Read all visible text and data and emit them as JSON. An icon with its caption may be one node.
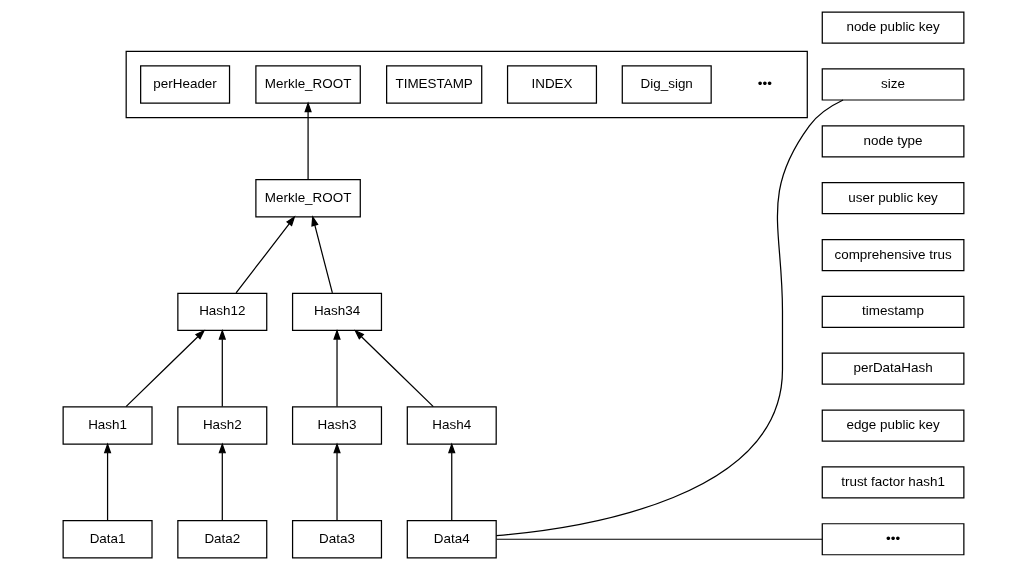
{
  "diagram": {
    "nodes": [
      {
        "text": [],
        "shape": "box"
      },
      {
        "text": [
          "perHeader"
        ],
        "in": 0
      },
      {
        "text": [
          "Merkle_ROOT"
        ],
        "in": 0
      },
      {
        "text": [
          "TIMESTAMP"
        ],
        "in": 0
      },
      {
        "text": [
          "INDEX"
        ],
        "in": 0
      },
      {
        "text": [
          "Dig_sign"
        ],
        "in": 0
      },
      {
        "text": [
          "Merkle_ROOT"
        ]
      },
      {
        "text": [
          "Hash12"
        ]
      },
      {
        "text": [
          "Hash34"
        ]
      },
      {
        "text": [
          "Hash1"
        ]
      },
      {
        "text": [
          "Hash2"
        ]
      },
      {
        "text": [
          "Hash3"
        ]
      },
      {
        "text": [
          "Hash4"
        ]
      },
      {
        "text": [
          "Data1"
        ]
      },
      {
        "text": [
          "Data2"
        ]
      },
      {
        "text": [
          "Data3"
        ]
      },
      {
        "text": [
          "Data4"
        ]
      },
      {
        "text": [
          "node public key"
        ]
      },
      {
        "text": [
          "size"
        ]
      },
      {
        "text": [
          "node type"
        ]
      },
      {
        "text": [
          "user public key"
        ]
      },
      {
        "text": [
          "comprehensive trus"
        ]
      },
      {
        "text": [
          "timestamp"
        ]
      },
      {
        "text": [
          "perDataHash"
        ]
      },
      {
        "text": [
          "edge public key"
        ]
      },
      {
        "text": [
          "trust factor hash1"
        ]
      },
      {
        "text": [
          "•••"
        ]
      }
    ],
    "edges": [
      {
        "from": 6,
        "to": 2,
        "arrow": "to"
      },
      {
        "from": 7,
        "to": 6,
        "arrow": "to"
      },
      {
        "from": 8,
        "to": 6,
        "arrow": "to"
      },
      {
        "from": 9,
        "to": 7,
        "arrow": "to"
      },
      {
        "from": 10,
        "to": 7,
        "arrow": "to"
      },
      {
        "from": 11,
        "to": 8,
        "arrow": "to"
      },
      {
        "from": 12,
        "to": 8,
        "arrow": "to"
      },
      {
        "from": 13,
        "to": 9,
        "arrow": "to"
      },
      {
        "from": 14,
        "to": 10,
        "arrow": "to"
      },
      {
        "from": 15,
        "to": 11,
        "arrow": "to"
      },
      {
        "from": 16,
        "to": 12,
        "arrow": "to"
      },
      {
        "from": 16,
        "to": 18,
        "arrow": "none"
      },
      {
        "from": 16,
        "to": 26,
        "arrow": "none"
      }
    ],
    "labels": [
      "•••"
    ]
  }
}
